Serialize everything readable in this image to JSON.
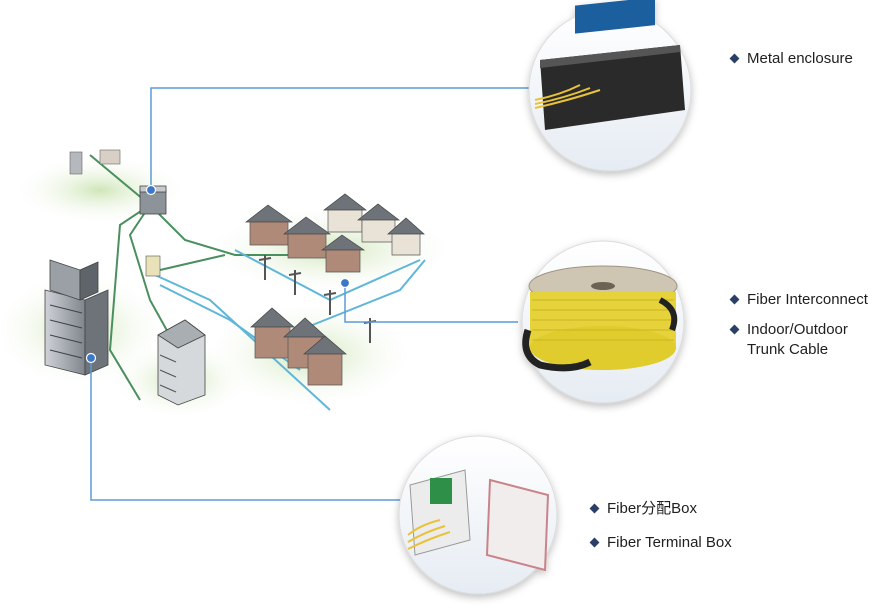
{
  "callouts": [
    {
      "items": [
        "Metal enclosure"
      ]
    },
    {
      "items": [
        "Fiber Interconnect",
        "Indoor/Outdoor\nTrunk Cable"
      ]
    },
    {
      "items": [
        "Fiber分配Box",
        "Fiber Terminal Box"
      ]
    }
  ],
  "colors": {
    "line": "#5b9bd5",
    "bullet": "#2a3f66",
    "ground": "#cfe6b8",
    "cable_green": "#4a8f5e"
  },
  "icons": {
    "bullet": "diamond",
    "callout_photos": [
      "metal-enclosure-photo",
      "fiber-reel-photo",
      "terminal-box-photo"
    ]
  }
}
